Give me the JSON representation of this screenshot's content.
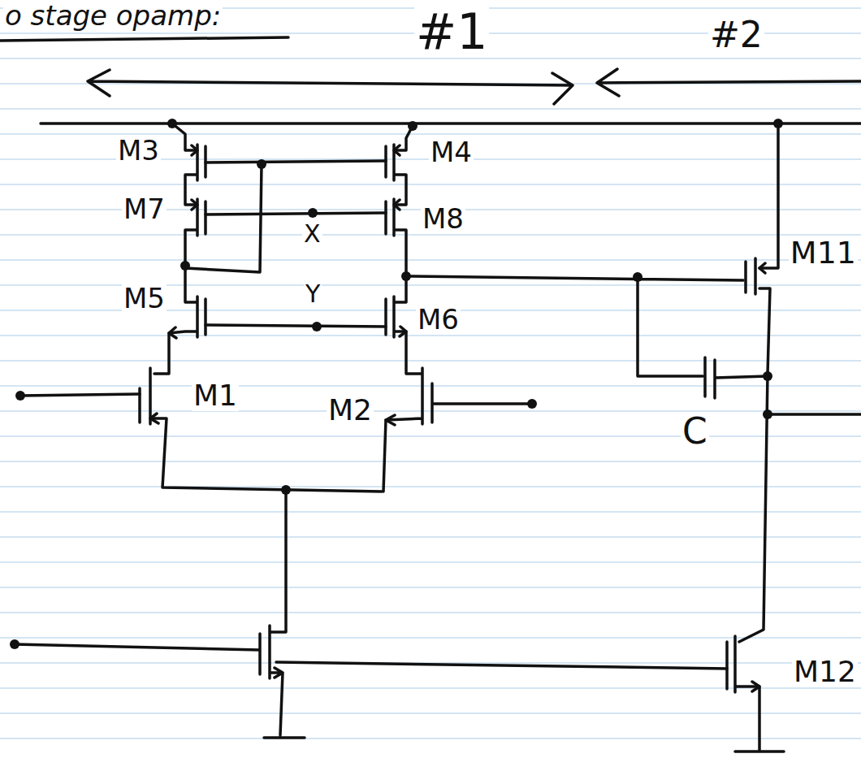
{
  "diagram": {
    "title": "o stage opamp:",
    "labels": [
      "#1",
      "#2",
      "M3",
      "M7",
      "M4",
      "M8",
      "M5",
      "M6",
      "M1",
      "M2",
      "M11",
      "M12",
      "C",
      "X",
      "Y"
    ]
  }
}
